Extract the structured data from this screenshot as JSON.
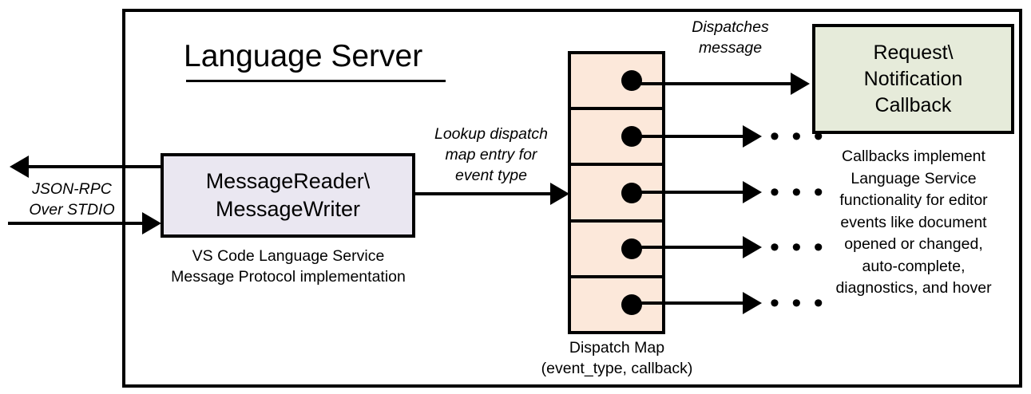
{
  "diagram": {
    "title": "Language Server",
    "server": {
      "title": "Language Server"
    },
    "reader": {
      "line1": "MessageReader\\",
      "line2": "MessageWriter",
      "caption_line1": "VS Code Language Service",
      "caption_line2": "Message Protocol implementation"
    },
    "io": {
      "label_line1": "JSON-RPC",
      "label_line2": "Over STDIO"
    },
    "lookup": {
      "line1": "Lookup dispatch",
      "line2": "map entry for",
      "line3": "event type"
    },
    "dispatches": {
      "line1": "Dispatches",
      "line2": "message"
    },
    "dispatch_map": {
      "caption_line1": "Dispatch Map",
      "caption_line2": "(event_type, callback)",
      "cell_count": 5,
      "ellipsis": "• • •"
    },
    "callback": {
      "line1": "Request\\",
      "line2": "Notification",
      "line3": "Callback",
      "caption_line1": "Callbacks implement",
      "caption_line2": "Language Service",
      "caption_line3": "functionality for editor",
      "caption_line4": "events like document",
      "caption_line5": "opened or changed,",
      "caption_line6": "auto-complete,",
      "caption_line7": "diagnostics, and hover"
    },
    "colors": {
      "reader_fill": "#eae7f1",
      "dispatch_map_fill": "#fce8da",
      "callback_fill": "#e6ebda",
      "stroke": "#000000",
      "background": "#ffffff"
    }
  }
}
